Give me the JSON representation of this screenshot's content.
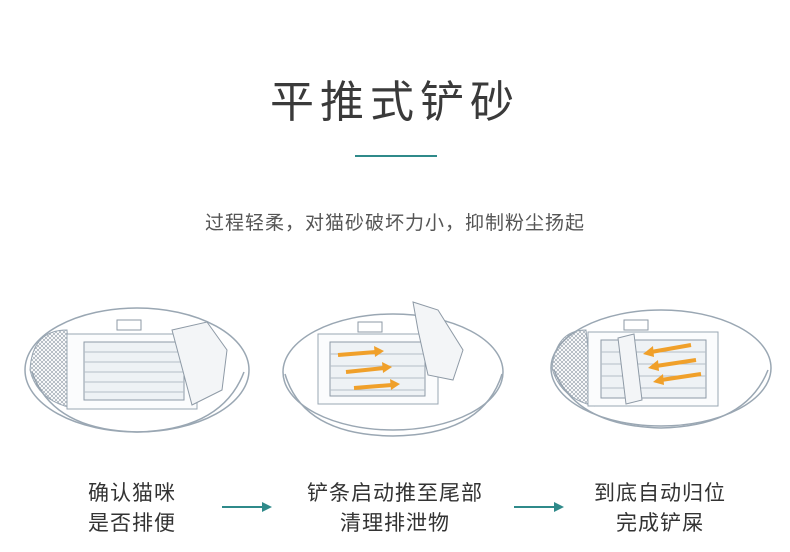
{
  "title": "平推式铲砂",
  "subtitle": "过程轻柔，对猫砂破坏力小，抑制粉尘扬起",
  "steps": [
    {
      "line1": "确认猫咪",
      "line2": "是否排便"
    },
    {
      "line1": "铲条启动推至尾部",
      "line2": "清理排泄物"
    },
    {
      "line1": "到底自动归位",
      "line2": "完成铲屎"
    }
  ],
  "colors": {
    "accent": "#2f8a8a",
    "arrow_orange": "#f0a02a",
    "line": "#9aa7b3"
  }
}
